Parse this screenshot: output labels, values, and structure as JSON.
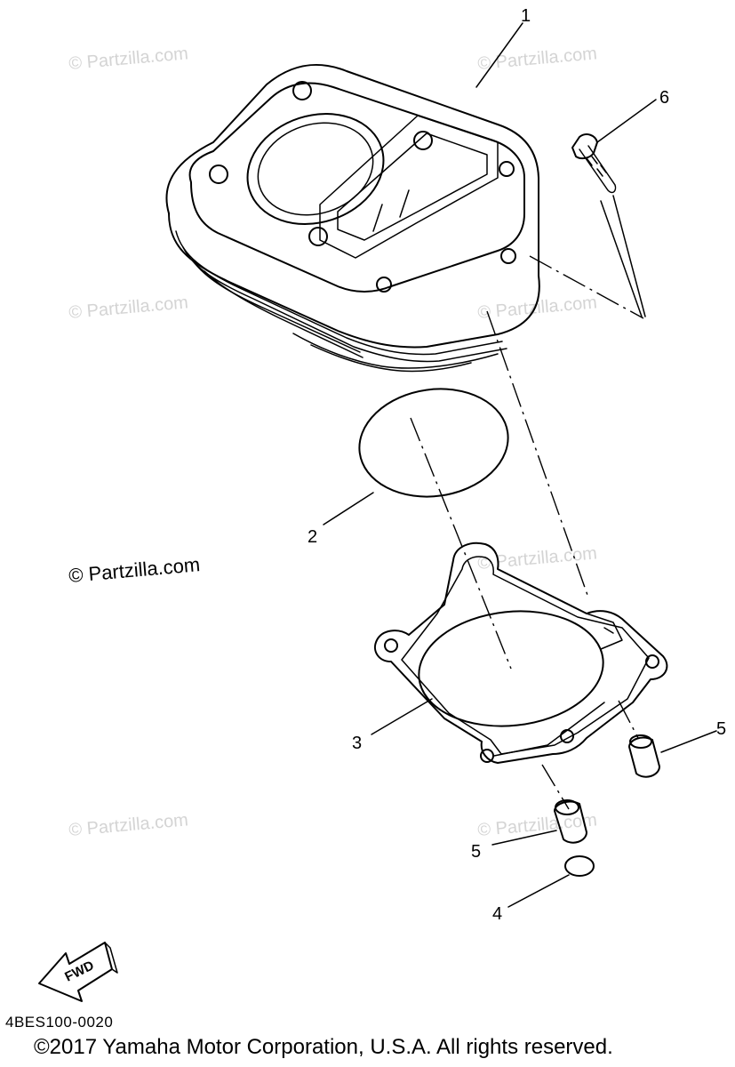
{
  "watermark": {
    "text": "© Partzilla.com",
    "prominent_text": "© Partzilla.com",
    "color": "#d4d4d4"
  },
  "callouts": [
    "1",
    "2",
    "3",
    "4",
    "5",
    "5",
    "6"
  ],
  "fwd_label": "FWD",
  "reference_code": "4BES100-0020",
  "copyright": "©2017 Yamaha Motor Corporation, U.S.A. All rights reserved."
}
